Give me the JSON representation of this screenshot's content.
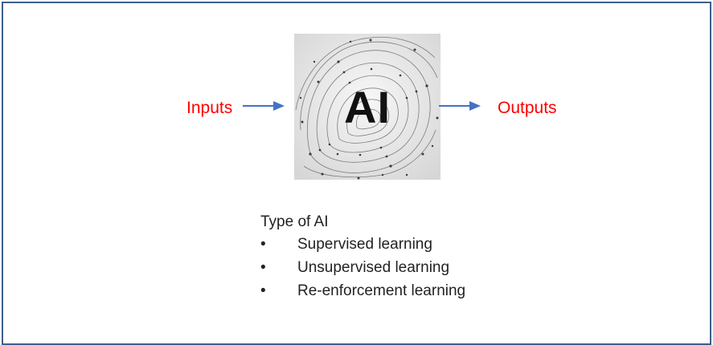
{
  "diagram": {
    "inputs_label": "Inputs",
    "outputs_label": "Outputs",
    "center_label": "AI",
    "label_color": "#ff0000",
    "arrow_color": "#4472c4",
    "frame_color": "#3e5f8c"
  },
  "types": {
    "title": "Type of AI",
    "bullet": "•",
    "items": [
      {
        "label": "Supervised learning"
      },
      {
        "label": "Unsupervised learning"
      },
      {
        "label": "Re-enforcement learning"
      }
    ]
  }
}
